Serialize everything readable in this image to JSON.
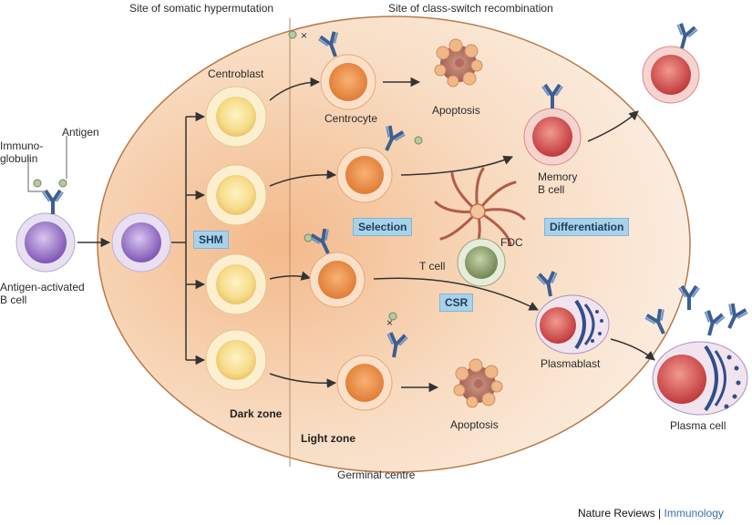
{
  "headers": {
    "somatic_hypermutation": "Site of somatic hypermutation",
    "class_switch": "Site of class-switch recombination"
  },
  "labels": {
    "immunoglobulin": "Immuno-\nglobulin",
    "antigen": "Antigen",
    "antigen_activated_b_cell": "Antigen-activated\nB cell",
    "centroblast": "Centroblast",
    "centrocyte": "Centrocyte",
    "apoptosis_top": "Apoptosis",
    "apoptosis_bottom": "Apoptosis",
    "memory_b_cell": "Memory\nB cell",
    "fdc": "FDC",
    "t_cell": "T cell",
    "plasmablast": "Plasmablast",
    "plasma_cell": "Plasma cell",
    "dark_zone": "Dark zone",
    "light_zone": "Light zone",
    "germinal_centre": "Germinal centre"
  },
  "process_boxes": {
    "shm": "SHM",
    "selection": "Selection",
    "differentiation": "Differentiation",
    "csr": "CSR"
  },
  "credit": {
    "publisher": "Nature Reviews",
    "separator": "|",
    "journal": "Immunology"
  },
  "colors": {
    "zone_fill": "#f6c9a3",
    "centroblast": "#f6d67e",
    "centrocyte": "#f2a15c",
    "apoptotic": "#c9869a",
    "b_cell": "#9a78c4",
    "memory_cell": "#d9686a",
    "t_cell": "#8aa36a",
    "antibody": "#4a6fa5",
    "label_box": "#a9d2ea"
  }
}
